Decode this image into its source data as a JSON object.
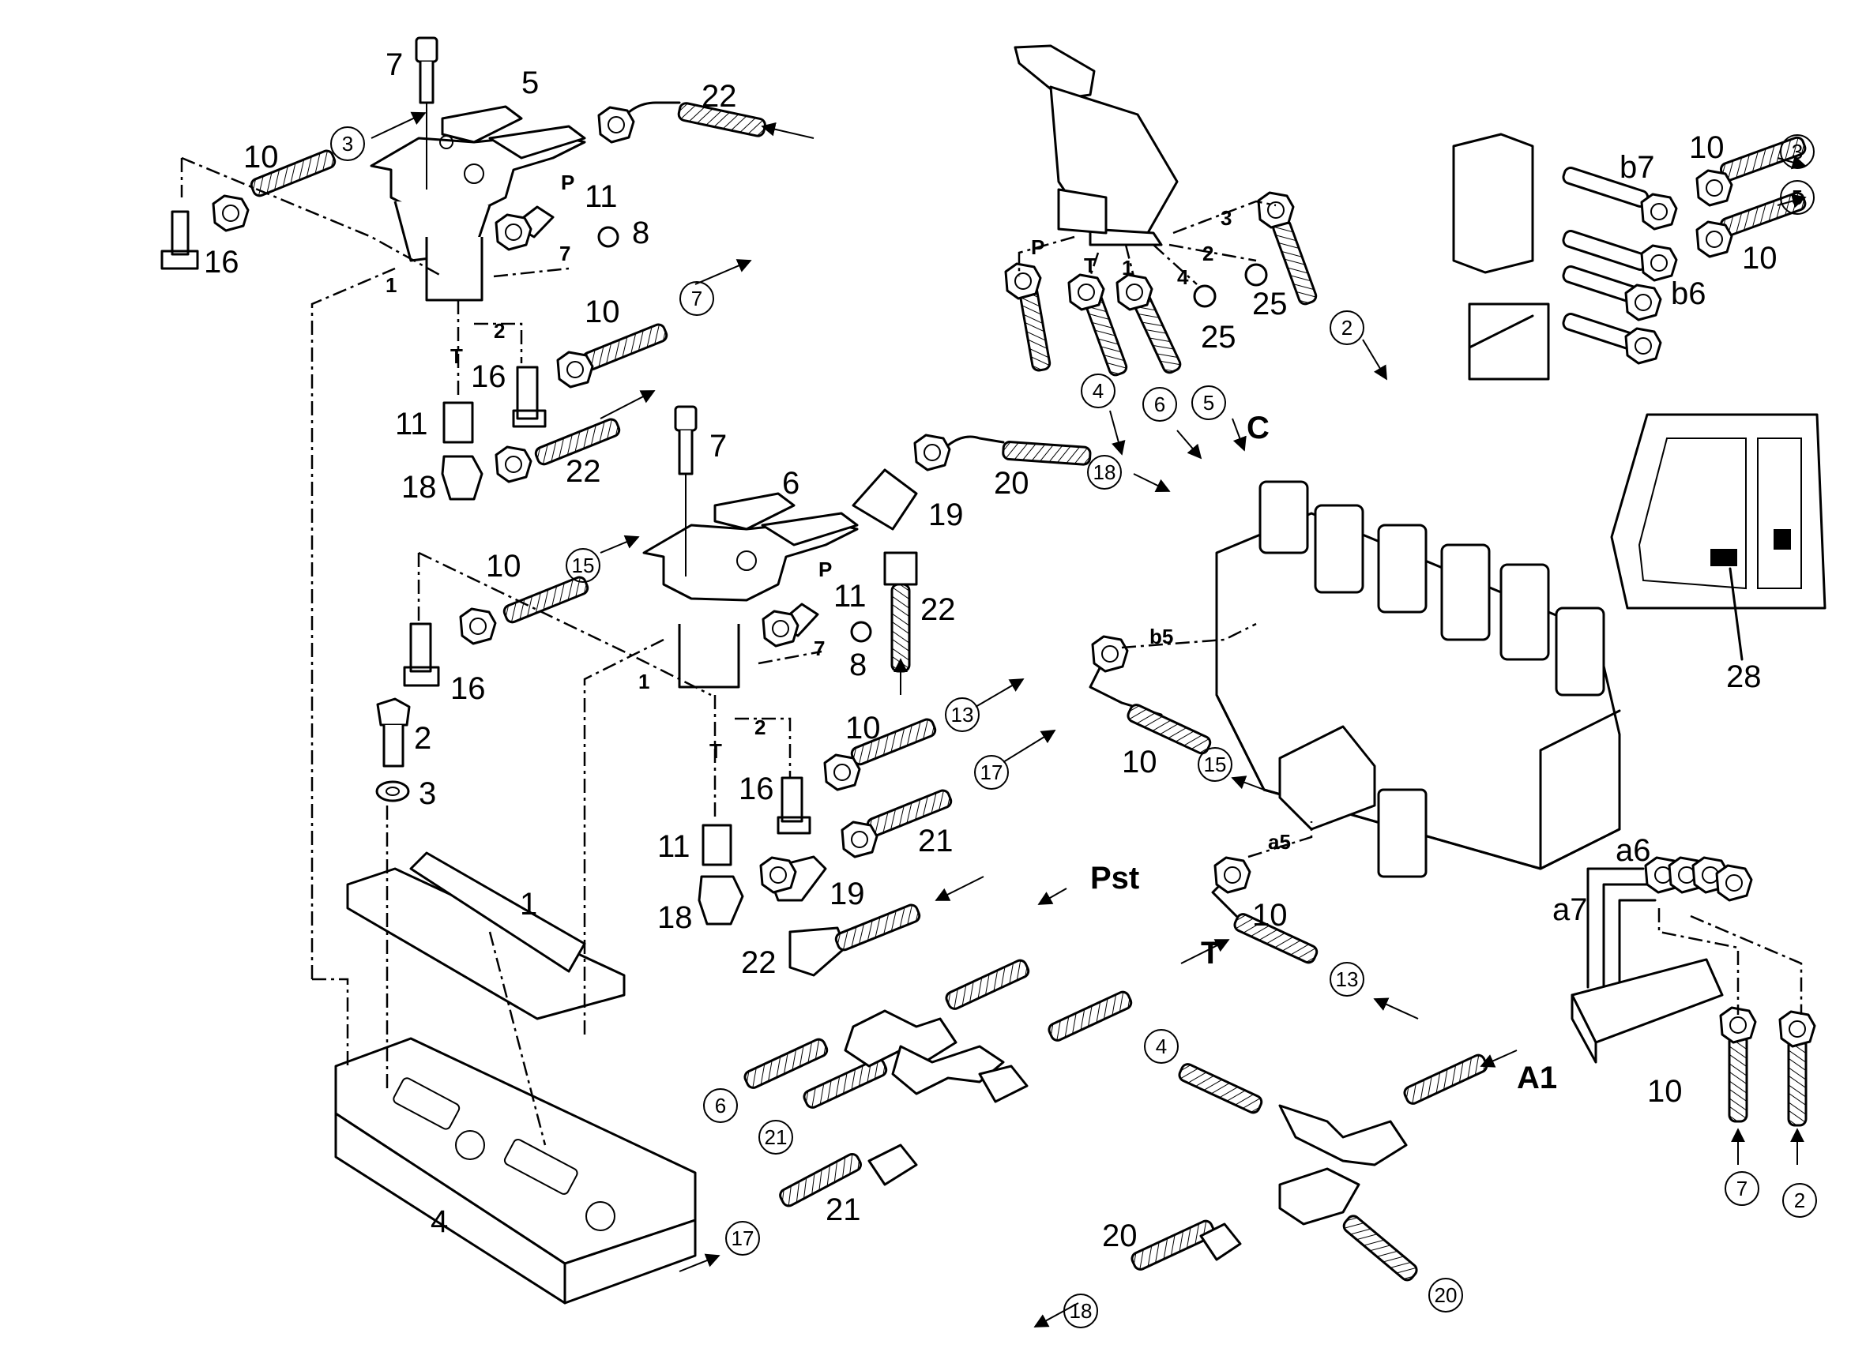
{
  "labels": {
    "n7a": "7",
    "n5": "5",
    "n22a": "22",
    "n10a": "10",
    "n11a": "11",
    "n8a": "8",
    "n16a": "16",
    "n10b": "10",
    "n16b": "16",
    "n11b": "11",
    "n18a": "18",
    "n22b": "22",
    "n7b": "7",
    "n6": "6",
    "n20a": "20",
    "n19a": "19",
    "n10c": "10",
    "n11c": "11",
    "n8b": "8",
    "n22c": "22",
    "n16c": "16",
    "n2": "2",
    "n3": "3",
    "n10d": "10",
    "n16d": "16",
    "n21a": "21",
    "n11d": "11",
    "n19b": "19",
    "n18b": "18",
    "n22d": "22",
    "n1": "1",
    "n4": "4",
    "n21b": "21",
    "n20b": "20",
    "n25a": "25",
    "n25b": "25",
    "n10e": "10",
    "n10f": "10",
    "n10g": "10",
    "n10h": "10",
    "n10i": "10",
    "n28": "28",
    "pst": "Pst",
    "t": "T",
    "a1": "A1",
    "c": "C",
    "b7": "b7",
    "b6": "b6",
    "b5": "b5",
    "a5": "a5",
    "a6": "a6",
    "a7": "a7",
    "pa": "P",
    "pb": "P",
    "pc": "P",
    "ta": "T",
    "tb": "T",
    "tc": "T",
    "s1a": "1",
    "s2a": "2",
    "s7a": "7",
    "s1b": "1",
    "s2b": "2",
    "s7b": "7",
    "s3": "3",
    "s2c": "2",
    "s4": "4",
    "s1c": "1"
  },
  "circled": {
    "c3a": "3",
    "c7": "7",
    "c15a": "15",
    "c18a": "18",
    "c13a": "13",
    "c17a": "17",
    "c4": "4",
    "c6a": "6",
    "c5": "5",
    "c2a": "2",
    "c3b": "3",
    "c5b": "5",
    "c15b": "15",
    "c13b": "13",
    "c6b": "6",
    "c21": "21",
    "c17b": "17",
    "c4b": "4",
    "c18b": "18",
    "c20": "20",
    "c7b": "7",
    "c2b": "2"
  }
}
